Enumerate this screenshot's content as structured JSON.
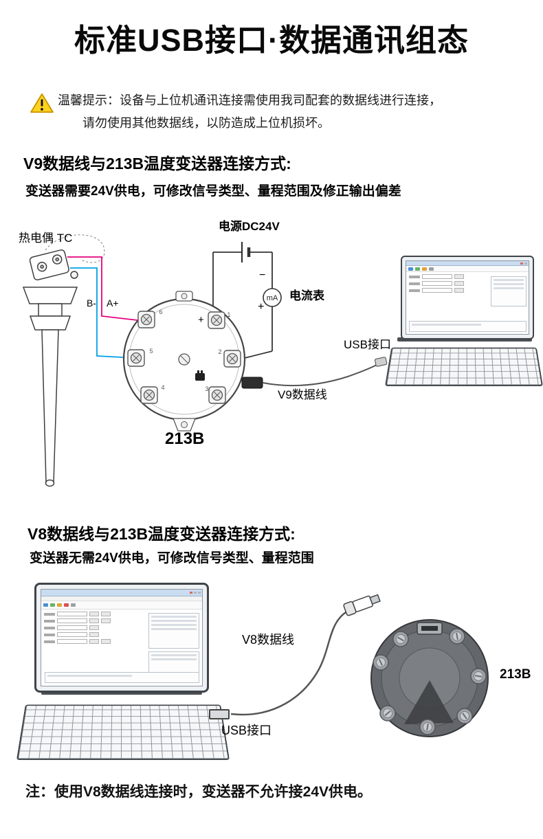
{
  "page": {
    "title": "标准USB接口·数据通讯组态"
  },
  "warning": {
    "line1": "温馨提示：设备与上位机通讯连接需使用我司配套的数据线进行连接，",
    "line2": "请勿使用其他数据线，以防造成上位机损坏。"
  },
  "section_v9": {
    "heading": "V9数据线与213B温度变送器连接方式:",
    "subtitle": "变送器需要24V供电，可修改信号类型、量程范围及修正输出偏差",
    "labels": {
      "thermocouple": "热电偶  TC",
      "wire_b": "B-",
      "wire_a": "A+",
      "power": "电源DC24V",
      "ammeter_unit": "mA",
      "ammeter": "电流表",
      "minus": "−",
      "plus": "+",
      "terminal_plus": "+",
      "usb_port": "USB接口",
      "cable": "V9数据线",
      "device": "213B"
    },
    "terminal_numbers": [
      "1",
      "2",
      "3",
      "4",
      "5",
      "6"
    ]
  },
  "section_v8": {
    "heading": "V8数据线与213B温度变送器连接方式:",
    "subtitle": "变送器无需24V供电，可修改信号类型、量程范围",
    "labels": {
      "cable": "V8数据线",
      "usb_port": "USB接口",
      "device": "213B"
    }
  },
  "footer": {
    "note": "注：使用V8数据线连接时，变送器不允许接24V供电。"
  },
  "colors": {
    "warning_yellow": "#ffd21e",
    "wire_pink": "#e5007d",
    "wire_blue": "#00a0e6"
  }
}
